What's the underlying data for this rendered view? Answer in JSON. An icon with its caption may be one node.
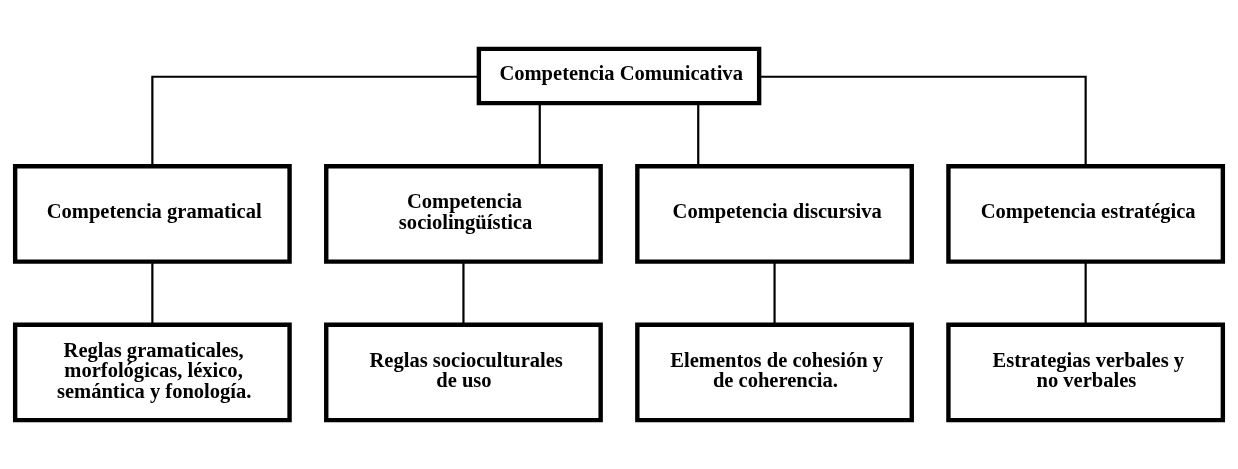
{
  "diagram": {
    "nodes": [
      {
        "text": [
          "Competencia Comunicativa"
        ]
      },
      {
        "text": [
          "Competencia gramatical"
        ]
      },
      {
        "text": [
          "Competencia sociolingüística"
        ]
      },
      {
        "text": [
          "Competencia discursiva"
        ]
      },
      {
        "text": [
          "Competencia estratégica"
        ]
      },
      {
        "text": [
          "Reglas gramaticales, morfológicas, léxico, semántica y fonología."
        ]
      },
      {
        "text": [
          "Reglas socioculturales de uso"
        ]
      },
      {
        "text": [
          "Elementos de cohesión y de coherencia."
        ]
      },
      {
        "text": [
          "Estrategias verbales y no verbales"
        ]
      }
    ],
    "edges": [
      {
        "from": 0,
        "to": 1,
        "arrow": "none"
      },
      {
        "from": 0,
        "to": 2,
        "arrow": "none"
      },
      {
        "from": 0,
        "to": 3,
        "arrow": "none"
      },
      {
        "from": 0,
        "to": 4,
        "arrow": "none"
      },
      {
        "from": 1,
        "to": 5,
        "arrow": "none"
      },
      {
        "from": 2,
        "to": 6,
        "arrow": "none"
      },
      {
        "from": 3,
        "to": 7,
        "arrow": "none"
      },
      {
        "from": 4,
        "to": 8,
        "arrow": "none"
      }
    ]
  }
}
